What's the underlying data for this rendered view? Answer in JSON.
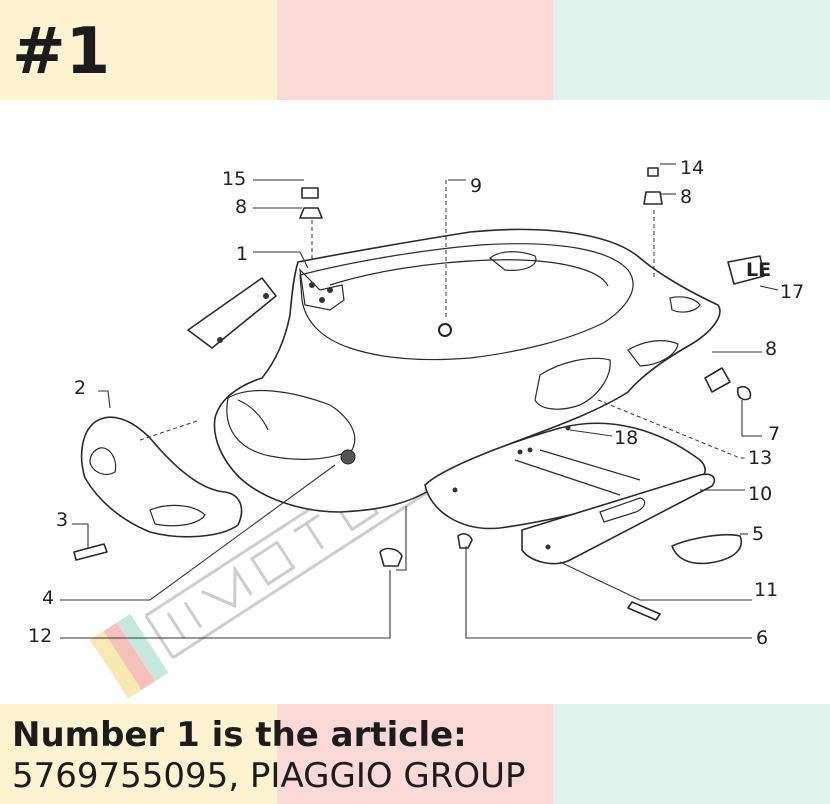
{
  "header": {
    "title": "#1",
    "band_colors": [
      "#fdf3d0",
      "#fbd9d6",
      "#e0f2ec"
    ]
  },
  "diagram": {
    "callouts": [
      "1",
      "2",
      "3",
      "4",
      "5",
      "6",
      "7",
      "8",
      "8",
      "8",
      "9",
      "10",
      "11",
      "12",
      "13",
      "14",
      "15",
      "17",
      "18"
    ],
    "tag_text": "LE"
  },
  "footer": {
    "line1": "Number 1 is the article:",
    "line2": "5769755095, PIAGGIO GROUP",
    "band_colors": [
      "#fdf3d0",
      "#fbd9d6",
      "#e0f2ec"
    ]
  }
}
